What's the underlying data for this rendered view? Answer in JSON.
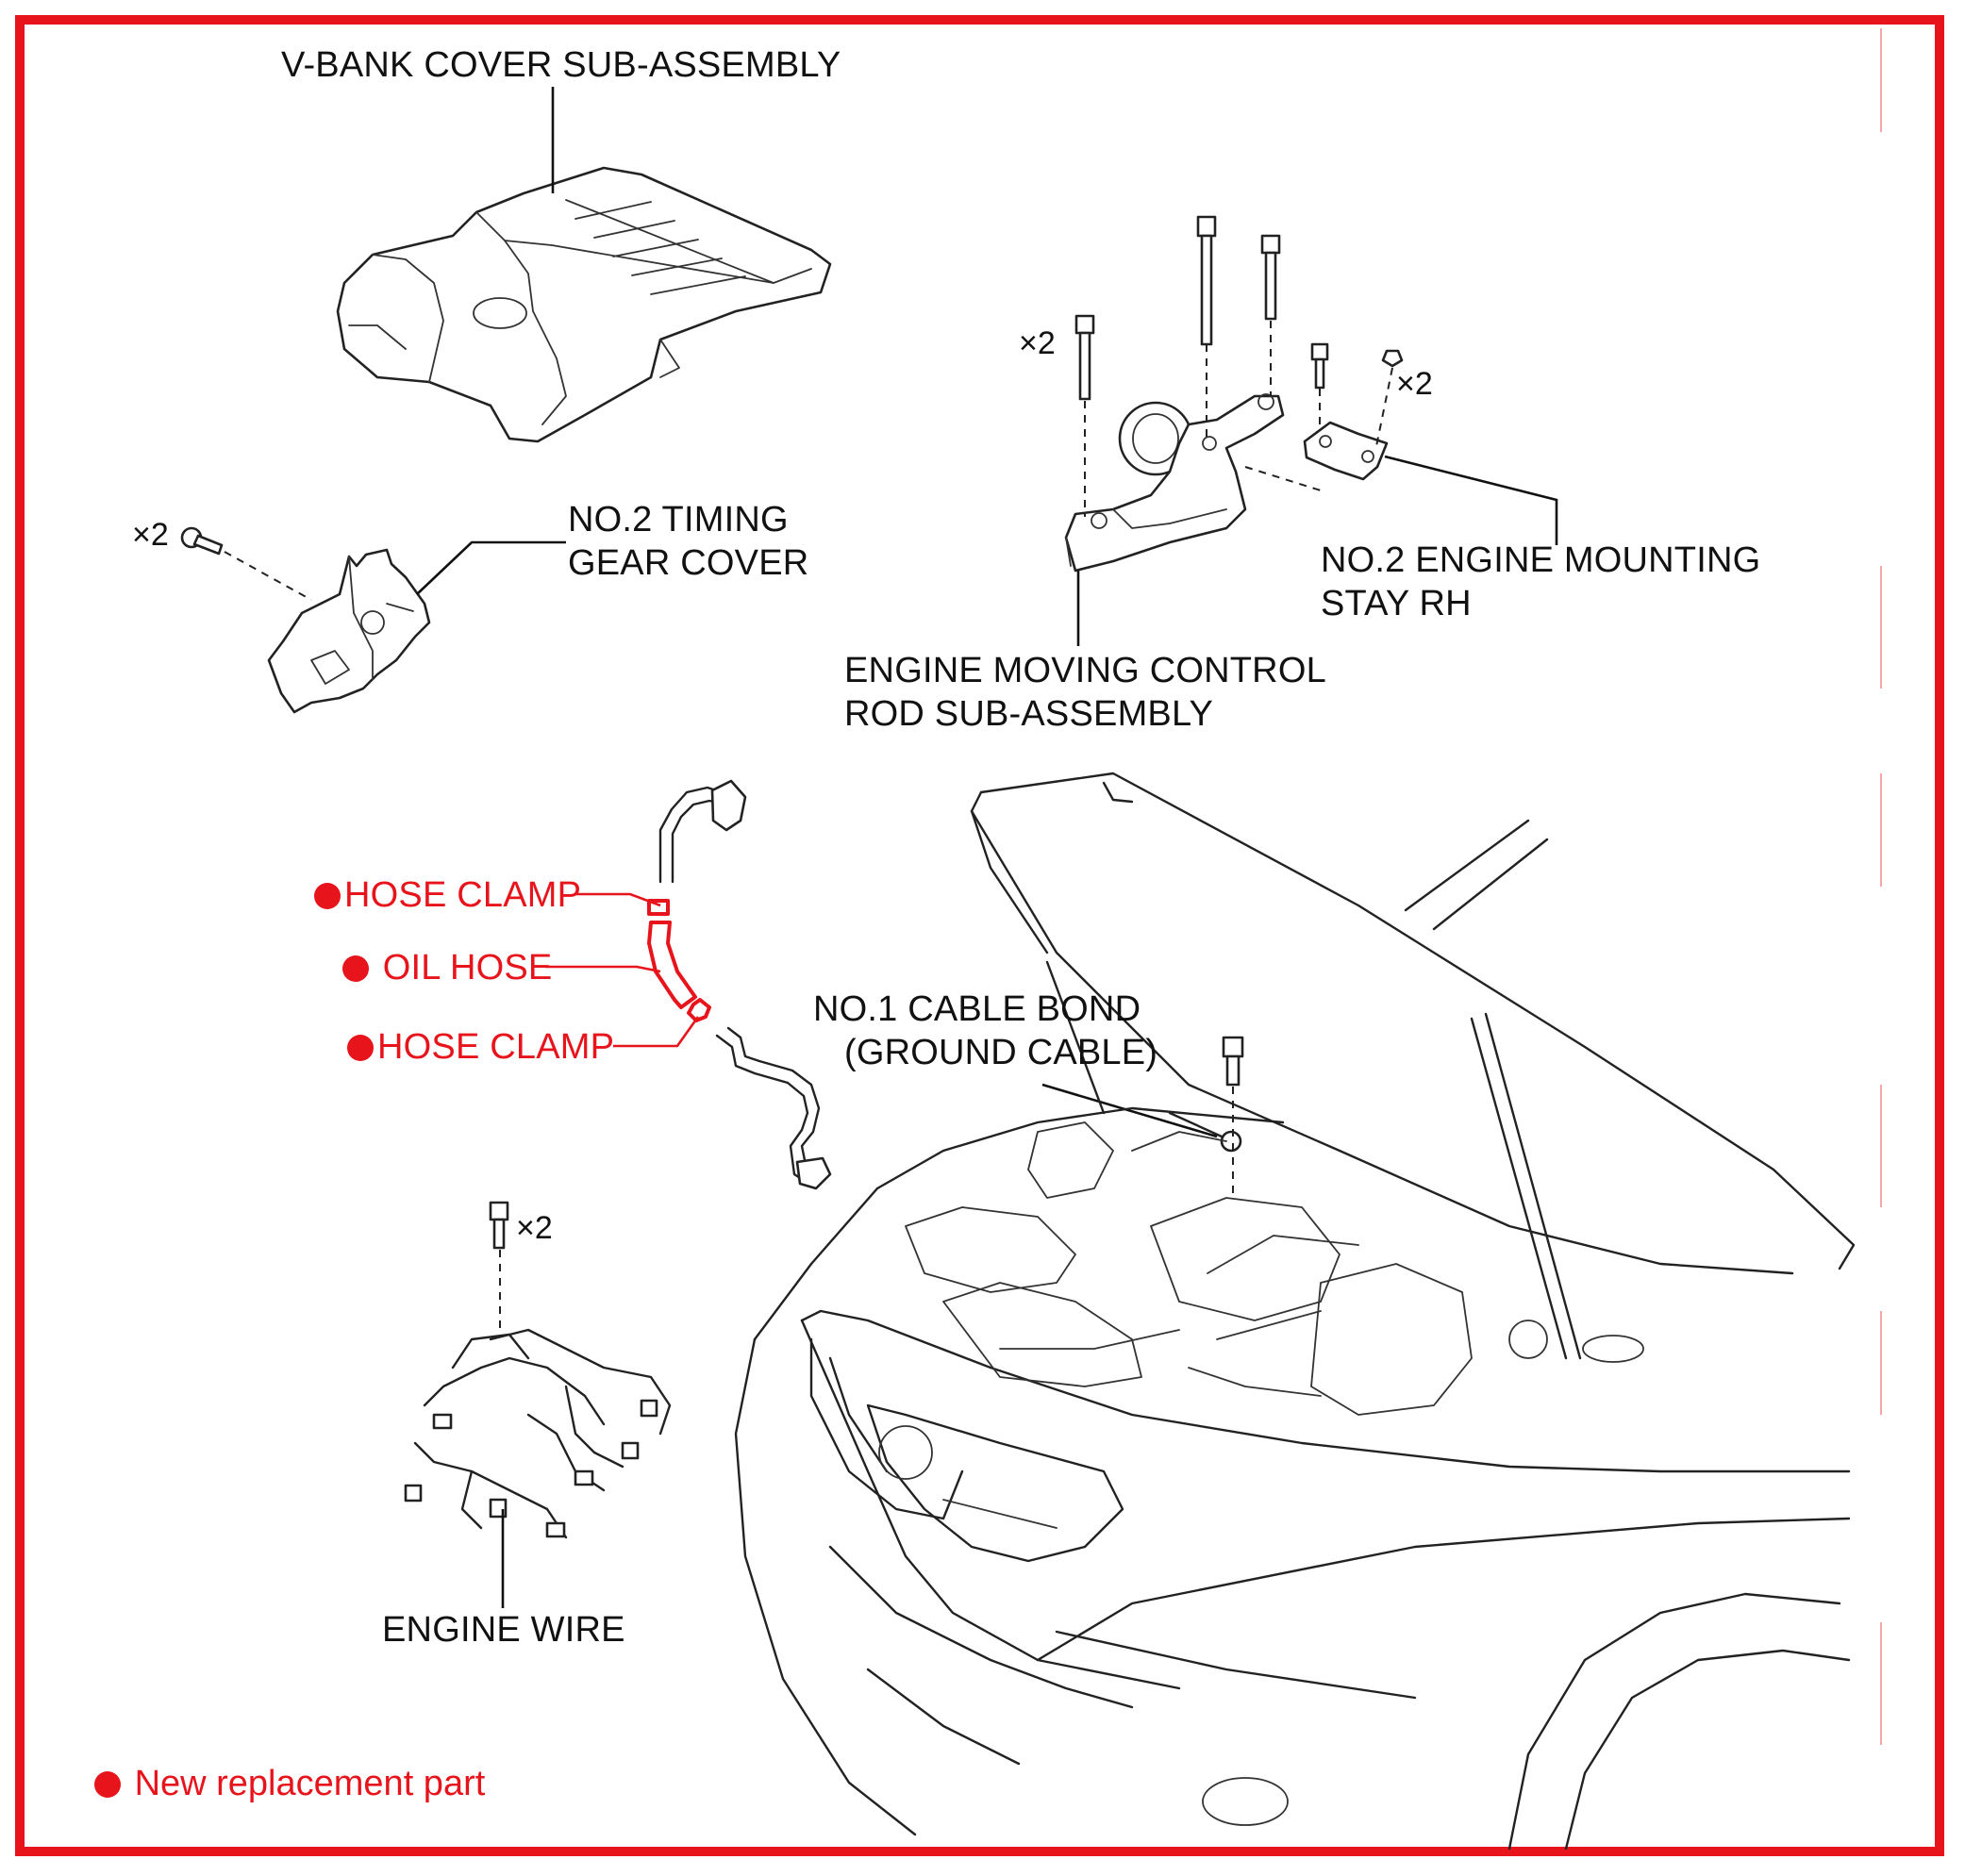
{
  "labels": {
    "vbank_cover": "V-BANK COVER SUB-ASSEMBLY",
    "timing_cover_1": "NO.2 TIMING",
    "timing_cover_2": "GEAR COVER",
    "mounting_stay_1": "NO.2 ENGINE MOUNTING",
    "mounting_stay_2": "STAY RH",
    "control_rod_1": "ENGINE MOVING CONTROL",
    "control_rod_2": "ROD SUB-ASSEMBLY",
    "hose_clamp_upper": "HOSE CLAMP",
    "oil_hose": "OIL HOSE",
    "hose_clamp_lower": "HOSE CLAMP",
    "cable_bond_1": "NO.1 CABLE BOND",
    "cable_bond_2": "(GROUND CABLE)",
    "engine_wire": "ENGINE WIRE"
  },
  "quantities": {
    "timing_bolts": "×2",
    "rod_bolts": "×2",
    "stay_nuts": "×2",
    "wire_bolts": "×2"
  },
  "legend": {
    "text": "New replacement part"
  },
  "colors": {
    "frame": "#e8141b",
    "new_part": "#e8141b",
    "linework": "#222222"
  }
}
